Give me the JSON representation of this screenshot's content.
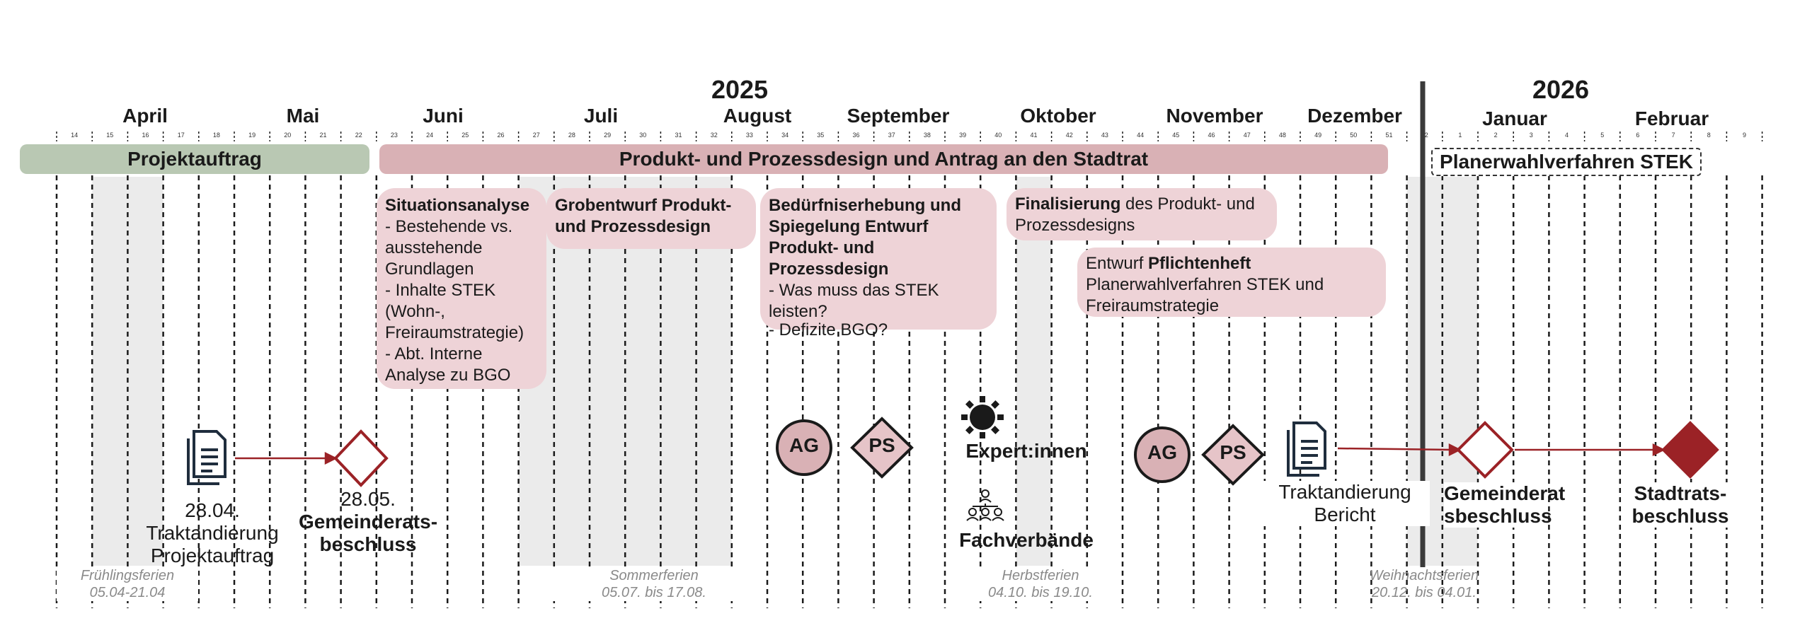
{
  "years": [
    "2025",
    "2026"
  ],
  "months": [
    "April",
    "Mai",
    "Juni",
    "Juli",
    "August",
    "September",
    "Oktober",
    "November",
    "Dezember",
    "Januar",
    "Februar"
  ],
  "week_numbers": [
    "14",
    "15",
    "16",
    "17",
    "18",
    "19",
    "20",
    "21",
    "22",
    "23",
    "24",
    "25",
    "26",
    "27",
    "28",
    "29",
    "30",
    "31",
    "32",
    "33",
    "34",
    "35",
    "36",
    "37",
    "38",
    "39",
    "40",
    "41",
    "42",
    "43",
    "44",
    "45",
    "46",
    "47",
    "48",
    "49",
    "50",
    "51",
    "52",
    "1",
    "2",
    "3",
    "4",
    "5",
    "6",
    "7",
    "8",
    "9"
  ],
  "phases": {
    "projektauftrag": "Projektauftrag",
    "produkt": "Produkt- und Prozessdesign und Antrag an den Stadtrat",
    "planerwahl": "Planerwahlverfahren STEK"
  },
  "tasks": {
    "situationsanalyse": {
      "title": "Situationsanalyse",
      "lines": [
        "- Bestehende vs.",
        "ausstehende",
        "Grundlagen",
        "- Inhalte STEK",
        "(Wohn-,",
        "Freiraumstrategie)",
        "- Abt. Interne",
        "Analyse zu BGO"
      ]
    },
    "grobentwurf": {
      "title_1": "Grobentwurf Produkt-",
      "title_2": "und Prozessdesign"
    },
    "beduerfnis": {
      "title_lines": [
        "Bedürfniserhebung und",
        "Spiegelung Entwurf",
        "Produkt- und",
        "Prozessdesign"
      ],
      "lines": [
        "- Was muss das STEK",
        "leisten?",
        "- Defizite BGO?"
      ]
    },
    "finalisierung": {
      "bold": "Finalisierung",
      "rest": " des Produkt- und",
      "line2": "Prozessdesigns"
    },
    "pflichtenheft": {
      "prefix": "Entwurf ",
      "bold": "Pflichtenheft",
      "line2": "Planerwahlverfahren STEK und",
      "line3": "Freiraumstrategie"
    }
  },
  "milestones": {
    "traktandierung_1": {
      "date": "28.04.",
      "line1": "Traktandierung",
      "line2": "Projektauftrag"
    },
    "gemeinderat_1": {
      "date": "28.05.",
      "line1": "Gemeinderats-",
      "line2": "beschluss"
    },
    "ag_label": "AG",
    "ps_label": "PS",
    "expertinnen": "Expert:innen",
    "fachverbaende": "Fachverbände",
    "traktandierung_2": {
      "line1": "Traktandierung",
      "line2": "Bericht"
    },
    "gemeinderat_2": {
      "line1": "Gemeinderat",
      "line2": "sbeschluss"
    },
    "stadtrat": {
      "line1": "Stadtrats-",
      "line2": "beschluss"
    }
  },
  "holidays": {
    "fruehling": {
      "name": "Frühlingsferien",
      "dates": "05.04-21.04"
    },
    "sommer": {
      "name": "Sommerferien",
      "dates": "05.07. bis 17.08."
    },
    "herbst": {
      "name": "Herbstferien",
      "dates": "04.10. bis 19.10."
    },
    "weihnacht": {
      "name": "Weihnachtsferien",
      "dates": "20.12. bis 04.01."
    }
  },
  "colors": {
    "projektauftrag": "#b9c8b3",
    "produkt": "#d9b1b5",
    "task_fill": "#eed3d7",
    "holiday": "#ebebeb",
    "milestone_red": "#9b2226",
    "ag_fill": "#d9b1b5",
    "ps_fill": "#e6c4c8",
    "icon": "#1f2d3d"
  },
  "icons": [
    "document-icon",
    "diamond-outline-icon",
    "circle-ag-icon",
    "diamond-ps-icon",
    "gear-icon",
    "people-icon",
    "diamond-filled-icon"
  ]
}
